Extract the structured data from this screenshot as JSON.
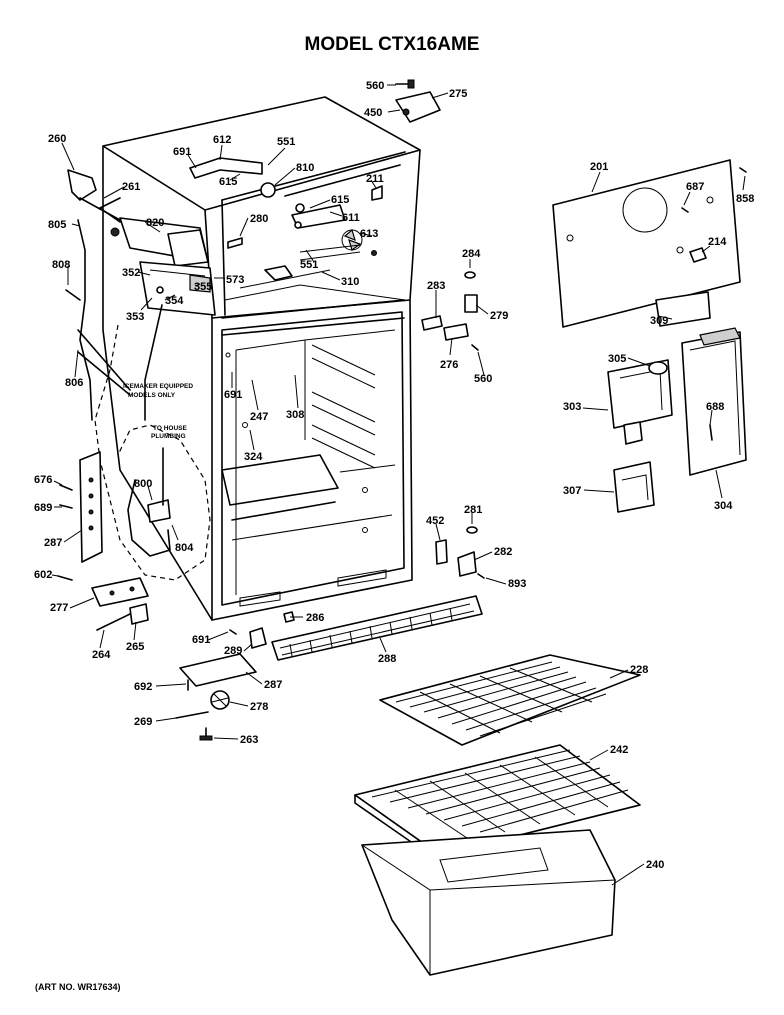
{
  "title": "MODEL CTX16AME",
  "art_number": "(ART NO. WR17634)",
  "notes": {
    "icemaker_line1": "ICEMAKER EQUIPPED",
    "icemaker_line2": "MODELS ONLY",
    "plumbing_line1": "TO HOUSE",
    "plumbing_line2": "PLUMBING"
  },
  "callouts": {
    "p560a": "560",
    "p275": "275",
    "p450": "450",
    "p260": "260",
    "p612": "612",
    "p551a": "551",
    "p691a": "691",
    "p810": "810",
    "p615a": "615",
    "p211": "211",
    "p615b": "615",
    "p611": "611",
    "p261": "261",
    "p805": "805",
    "p820": "820",
    "p280": "280",
    "p613": "613",
    "p808": "808",
    "p352": "352",
    "p355": "355",
    "p573": "573",
    "p551b": "551",
    "p310": "310",
    "p354": "354",
    "p353": "353",
    "p284": "284",
    "p283": "283",
    "p279": "279",
    "p276": "276",
    "p560b": "560",
    "p806": "806",
    "p691b": "691",
    "p247": "247",
    "p308a": "308",
    "p324": "324",
    "p201": "201",
    "p687": "687",
    "p858": "858",
    "p214": "214",
    "p309": "309",
    "p305": "305",
    "p303": "303",
    "p688": "688",
    "p307": "307",
    "p304": "304",
    "p676": "676",
    "p689": "689",
    "p800": "800",
    "p804": "804",
    "p287a": "287",
    "p452": "452",
    "p281": "281",
    "p282": "282",
    "p893": "893",
    "p602": "602",
    "p277": "277",
    "p286": "286",
    "p691c": "691",
    "p289": "289",
    "p288": "288",
    "p264": "264",
    "p265": "265",
    "p287b": "287",
    "p692": "692",
    "p278": "278",
    "p269": "269",
    "p263": "263",
    "p228": "228",
    "p242": "242",
    "p240": "240"
  }
}
